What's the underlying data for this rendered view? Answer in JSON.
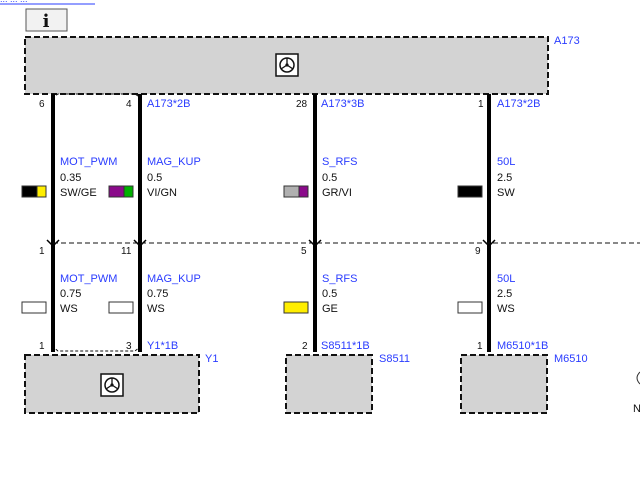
{
  "header": {
    "cut_link_text": "... ... ...",
    "info_button_glyph": "i"
  },
  "components": [
    {
      "id": "A173"
    },
    {
      "id": "Y1"
    },
    {
      "id": "S8511"
    },
    {
      "id": "M6510"
    }
  ],
  "top_pins": {
    "a173_pin6": "6",
    "a173_pin4": "4",
    "a173_pin28": "28",
    "a173_pin1": "1"
  },
  "top_connectors": {
    "c1": "A173*2B",
    "c2": "A173*3B",
    "c3": "A173*2B"
  },
  "upper_wires": [
    {
      "name": "MOT_PWM",
      "gauge": "0.35",
      "color_code": "SW/GE",
      "swatch": [
        "#000000",
        "#ffee00"
      ]
    },
    {
      "name": "MAG_KUP",
      "gauge": "0.5",
      "color_code": "VI/GN",
      "swatch": [
        "#8a0a8a",
        "#00b000"
      ]
    },
    {
      "name": "S_RFS",
      "gauge": "0.5",
      "color_code": "GR/VI",
      "swatch": [
        "#b0b0b0",
        "#8a0a8a"
      ]
    },
    {
      "name": "50L",
      "gauge": "2.5",
      "color_code": "SW",
      "swatch": [
        "#000000"
      ]
    }
  ],
  "mid_pins": {
    "p1": "1",
    "p11": "11",
    "p5": "5",
    "p9": "9"
  },
  "lower_wires": [
    {
      "name": "MOT_PWM",
      "gauge": "0.75",
      "color_code": "WS",
      "swatch": [
        "#ffffff"
      ]
    },
    {
      "name": "MAG_KUP",
      "gauge": "0.75",
      "color_code": "WS",
      "swatch": [
        "#ffffff"
      ]
    },
    {
      "name": "S_RFS",
      "gauge": "0.5",
      "color_code": "GE",
      "swatch": [
        "#ffee00"
      ]
    },
    {
      "name": "50L",
      "gauge": "2.5",
      "color_code": "WS",
      "swatch": [
        "#ffffff"
      ]
    }
  ],
  "bottom_pins": {
    "y1_pin1": "1",
    "y1_pin3": "3",
    "s8511_pin2": "2",
    "m6510_pin1": "1"
  },
  "bottom_connectors": {
    "y1": "Y1*1B",
    "s8511": "S8511*1B",
    "m6510": "M6510*1B"
  },
  "icons": {
    "a173": "steering-wheel-icon",
    "y1": "steering-wheel-icon"
  },
  "edge_marks": {
    "right_glyph": "N"
  },
  "colors": {
    "link": "#2a3cff",
    "box_fill": "#d3d3d3",
    "wire": "#000000"
  }
}
